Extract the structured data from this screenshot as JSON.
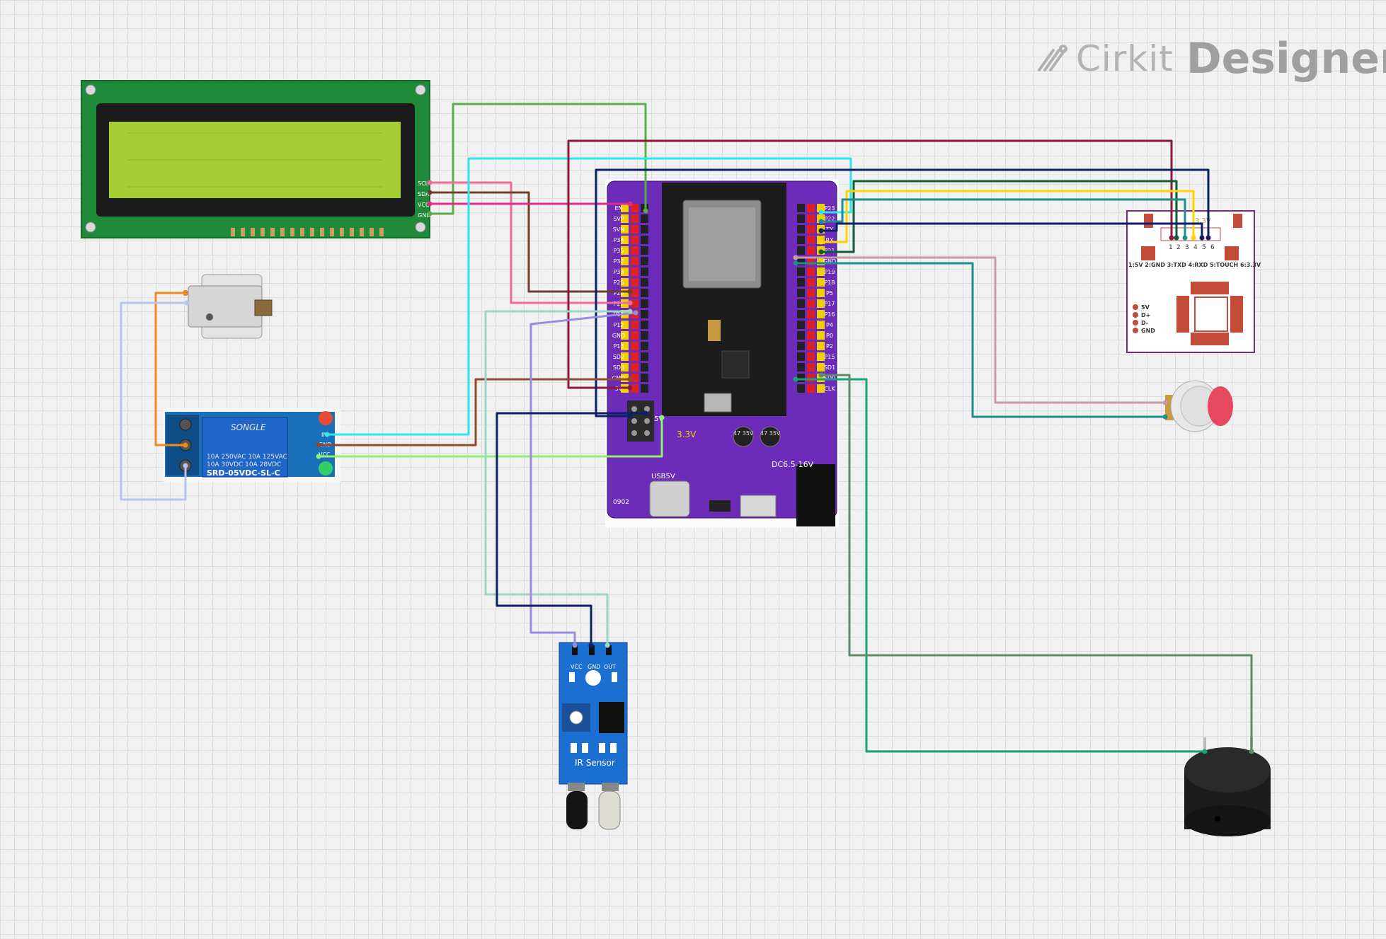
{
  "brand": {
    "name_part1": "Cirkit",
    "name_part2": "Designer"
  },
  "lcd": {
    "pins": [
      "SCL",
      "SDA",
      "VCC",
      "GND"
    ]
  },
  "esp32": {
    "left_pins": [
      "EN",
      "SVP",
      "SVN",
      "P34",
      "P35",
      "P32",
      "P33",
      "P25",
      "P26",
      "P27",
      "P14",
      "P12",
      "GND",
      "P13",
      "SD2",
      "SD3",
      "CMD",
      "5V"
    ],
    "right_pins": [
      "P23",
      "P22",
      "TX",
      "RX",
      "P21",
      "GND",
      "P19",
      "P18",
      "P5",
      "P17",
      "P16",
      "P4",
      "P0",
      "P2",
      "P15",
      "SD1",
      "SD0",
      "CLK"
    ],
    "labels": {
      "v33": "3.3V",
      "v5": "5V",
      "dc": "DC6.5-16V",
      "usb": "USB5V",
      "cap1": "47 35V",
      "cap2": "47 35V",
      "model": "0902"
    }
  },
  "relay": {
    "brand": "SONGLE",
    "specs": [
      "10A 250VAC 10A 125VAC",
      "10A 30VDC 10A 28VDC"
    ],
    "model": "SRD-05VDC-SL-C",
    "pins": [
      "IN",
      "GND",
      "VCC"
    ]
  },
  "sound_module": {
    "top_label": "3.3V",
    "pin_numbers": [
      "1",
      "2",
      "3",
      "4",
      "5",
      "6"
    ],
    "pin_legend": "1:5V  2:GND  3:TXD  4:RXD  5:TOUCH  6:3.3V",
    "usb_pins": [
      "5V",
      "D+",
      "D-",
      "GND"
    ]
  },
  "ir_sensor": {
    "pins": [
      "VCC",
      "GND",
      "OUT"
    ],
    "label": "IR Sensor"
  },
  "wire_colors": {
    "green": "#5aae4a",
    "pink": "#f06a9a",
    "brown": "#6b3e2e",
    "magenta": "#e02b8a",
    "cyan": "#2ee6ee",
    "maroon": "#8b1a3a",
    "navy": "#0d1f66",
    "dark_green": "#0e5c3a",
    "yellow": "#ffd400",
    "teal": "#1e8f8f",
    "orange": "#f18a1c",
    "lavender": "#b8c4f0",
    "lime": "#8ef36a",
    "rust": "#8d4a2f",
    "light_teal": "#9bd4c8",
    "purple": "#9a8ae0",
    "sea_green": "#14a37a",
    "gray_green": "#5f8a6a",
    "mauve": "#c99aa8"
  }
}
